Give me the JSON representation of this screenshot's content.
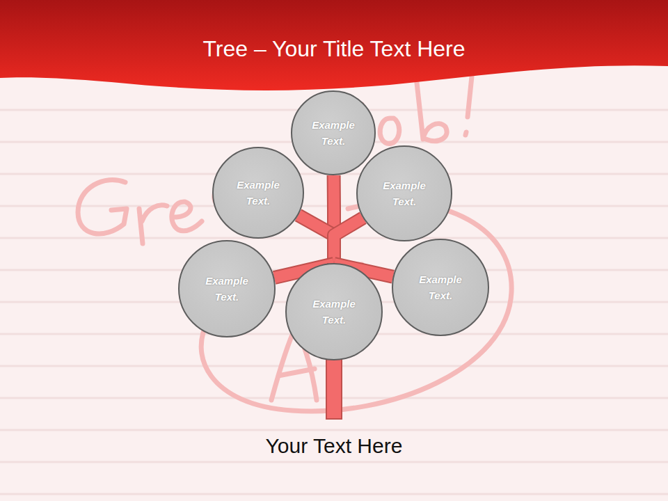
{
  "diagram": {
    "title": "Tree – Your Title Text Here",
    "caption": "Your Text Here",
    "nodes": [
      {
        "text": [
          "Example Text."
        ]
      },
      {
        "text": [
          "Example Text."
        ]
      },
      {
        "text": [
          "Example Text."
        ]
      },
      {
        "text": [
          "Example Text."
        ]
      },
      {
        "text": [
          "Example Text."
        ]
      },
      {
        "text": [
          "Example Text."
        ]
      }
    ],
    "edges": [
      {
        "from": 4,
        "to": 0,
        "arrow": "none"
      },
      {
        "from": 4,
        "to": 1,
        "arrow": "none"
      },
      {
        "from": 4,
        "to": 2,
        "arrow": "none"
      },
      {
        "from": 4,
        "to": 3,
        "arrow": "none"
      },
      {
        "from": 4,
        "to": 5,
        "arrow": "none"
      }
    ]
  }
}
